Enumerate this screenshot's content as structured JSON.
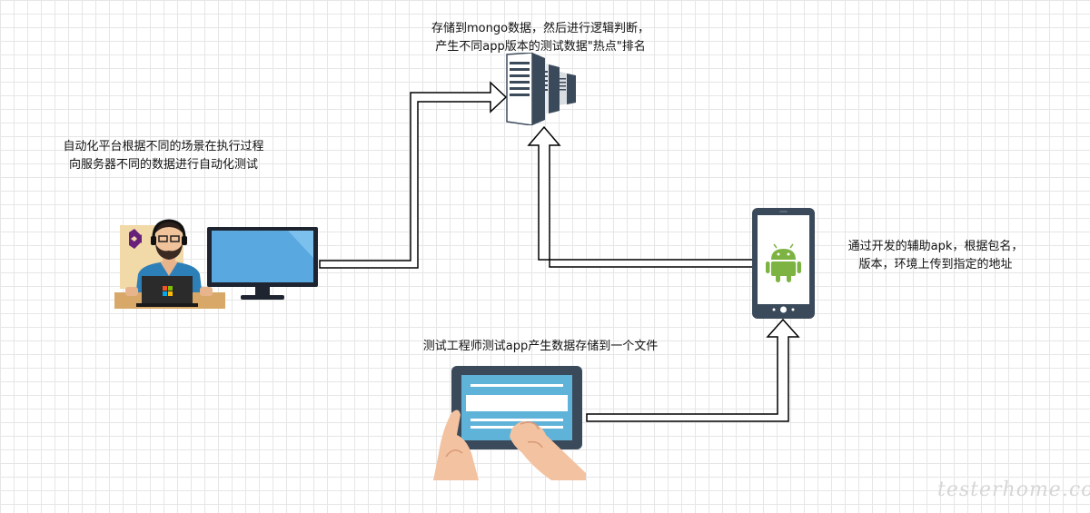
{
  "labels": {
    "server_line1": "存储到mongo数据，然后进行逻辑判断，",
    "server_line2": "产生不同app版本的测试数据\"热点\"排名",
    "automation_line1": "自动化平台根据不同的场景在执行过程",
    "automation_line2": "向服务器不同的数据进行自动化测试",
    "phone_line1": "通过开发的辅助apk，根据包名，",
    "phone_line2": "版本，环境上传到指定的地址",
    "tablet_line1": "测试工程师测试app产生数据存储到一个文件"
  },
  "watermark": "testerhome.com",
  "colors": {
    "server": "#3b4a5a",
    "monitor_screen": "#5aa8e0",
    "phone_body": "#3b4a5a",
    "android": "#7cb342",
    "tablet_screen": "#5fb3d9",
    "skin": "#f3c2a0",
    "desk": "#d7a867",
    "vs_logo": "#68217a"
  },
  "icons": [
    "server-rack-icon",
    "developer-at-laptop-icon",
    "monitor-icon",
    "android-phone-icon",
    "tablet-hands-icon"
  ]
}
